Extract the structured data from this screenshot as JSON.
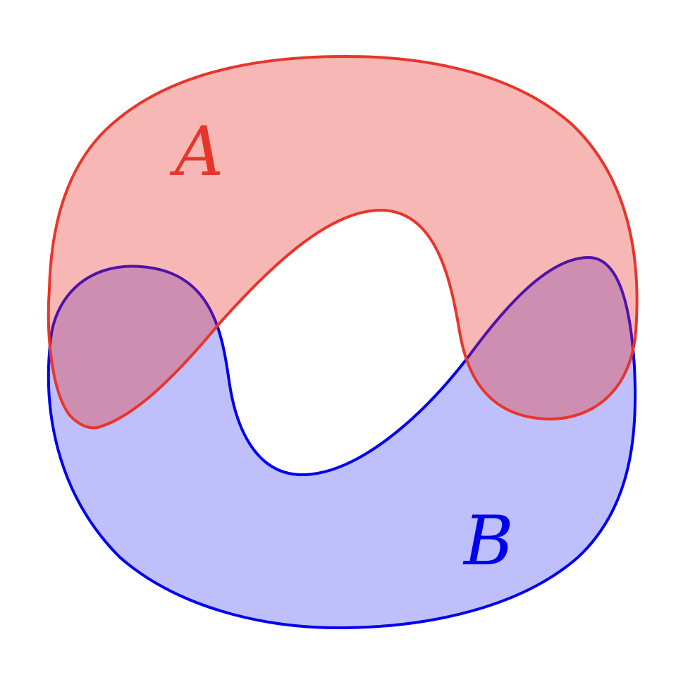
{
  "diagram": {
    "sets": [
      {
        "id": "A",
        "label": "A",
        "stroke_color": "#e8352b",
        "fill_color": "#e8352b",
        "fill_opacity": 0.35
      },
      {
        "id": "B",
        "label": "B",
        "stroke_color": "#0000ee",
        "fill_color": "#0000ee",
        "fill_opacity": 0.25
      }
    ],
    "background_color": "#ffffff"
  }
}
